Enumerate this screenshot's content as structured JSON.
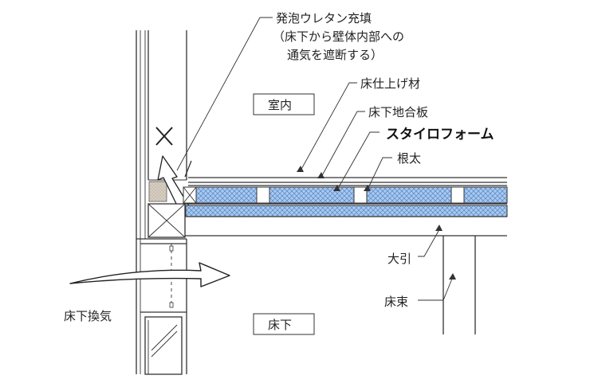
{
  "labels": {
    "urethane_title": "発泡ウレタン充填",
    "urethane_note1": "（床下から壁体内部への",
    "urethane_note2": "通気を遮断する）",
    "room": "室内",
    "finish": "床仕上げ材",
    "subfloor": "床下地合板",
    "styrofoam": "スタイロフォーム",
    "joist": "根太",
    "beam": "大引",
    "post": "床束",
    "vent": "床下換気",
    "underfloor": "床下"
  },
  "colors": {
    "insulation": "#a8c8ee",
    "insulation_hatch": "#4a7bbf",
    "foam": "#d8cfc2",
    "arrow_fill": "#ffffff",
    "line": "#333333"
  },
  "icons": {
    "blocked_mark": "cross-mark",
    "airflow": "arrow"
  }
}
